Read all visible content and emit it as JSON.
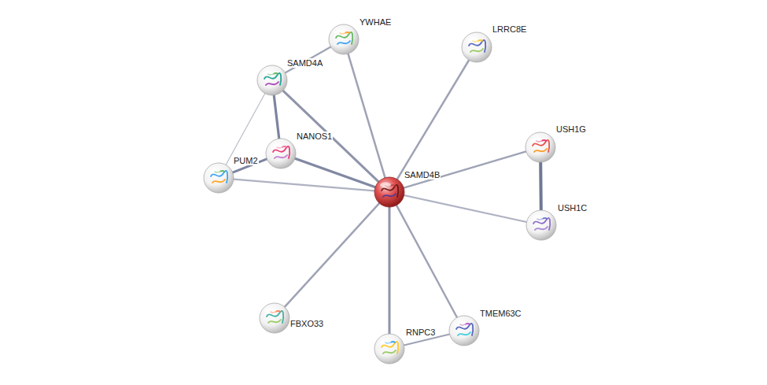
{
  "diagram": {
    "nodes": [
      {
        "text": [
          "YWHAE"
        ]
      },
      {
        "text": [
          "LRRC8E"
        ]
      },
      {
        "text": [
          "SAMD4A"
        ]
      },
      {
        "text": [
          "USH1G"
        ]
      },
      {
        "text": [
          "NANOS1"
        ]
      },
      {
        "text": [
          "PUM2"
        ]
      },
      {
        "text": [
          "SAMD4B"
        ]
      },
      {
        "text": [
          "USH1C"
        ]
      },
      {
        "text": [
          "FBXO33"
        ]
      },
      {
        "text": [
          "TMEM63C"
        ]
      },
      {
        "text": [
          "RNPC3"
        ]
      }
    ],
    "edges": [
      {
        "from": 6,
        "to": 0,
        "arrow": "none"
      },
      {
        "from": 6,
        "to": 1,
        "arrow": "none"
      },
      {
        "from": 6,
        "to": 2,
        "arrow": "none"
      },
      {
        "from": 6,
        "to": 3,
        "arrow": "none"
      },
      {
        "from": 6,
        "to": 4,
        "arrow": "none"
      },
      {
        "from": 6,
        "to": 5,
        "arrow": "none"
      },
      {
        "from": 6,
        "to": 7,
        "arrow": "none"
      },
      {
        "from": 6,
        "to": 8,
        "arrow": "none"
      },
      {
        "from": 6,
        "to": 9,
        "arrow": "none"
      },
      {
        "from": 6,
        "to": 10,
        "arrow": "none"
      },
      {
        "from": 2,
        "to": 0,
        "arrow": "none"
      },
      {
        "from": 2,
        "to": 4,
        "arrow": "none"
      },
      {
        "from": 2,
        "to": 5,
        "arrow": "none"
      },
      {
        "from": 5,
        "to": 4,
        "arrow": "none"
      },
      {
        "from": 3,
        "to": 7,
        "arrow": "none"
      },
      {
        "from": 10,
        "to": 9,
        "arrow": "none"
      }
    ]
  }
}
